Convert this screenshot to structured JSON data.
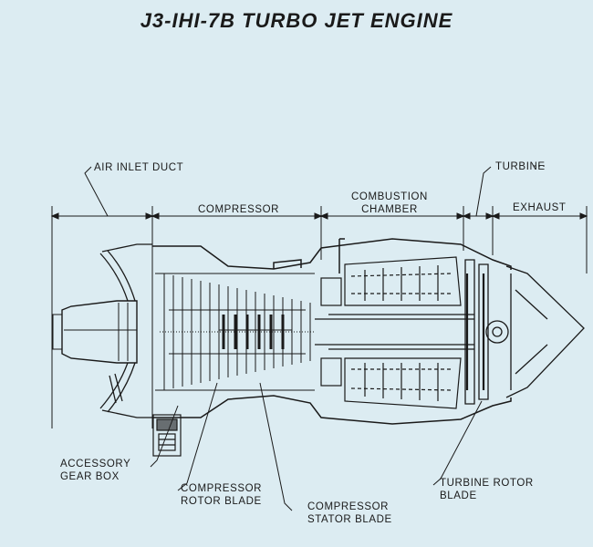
{
  "title": "J3-IHI-7B TURBO JET ENGINE",
  "labels": {
    "air_inlet_duct": "AIR INLET DUCT",
    "compressor": "COMPRESSOR",
    "combustion_chamber_1": "COMBUSTION",
    "combustion_chamber_2": "CHAMBER",
    "turbine": "TURBINE",
    "exhaust": "EXHAUST",
    "accessory_gear_box_1": "ACCESSORY",
    "accessory_gear_box_2": "GEAR BOX",
    "compressor_rotor_blade_1": "COMPRESSOR",
    "compressor_rotor_blade_2": "ROTOR BLADE",
    "compressor_stator_blade_1": "COMPRESSOR",
    "compressor_stator_blade_2": "STATOR BLADE",
    "turbine_rotor_blade_1": "TURBINE ROTOR",
    "turbine_rotor_blade_2": "BLADE"
  },
  "colors": {
    "background": "#dcecf2",
    "ink": "#1a1a1a"
  }
}
